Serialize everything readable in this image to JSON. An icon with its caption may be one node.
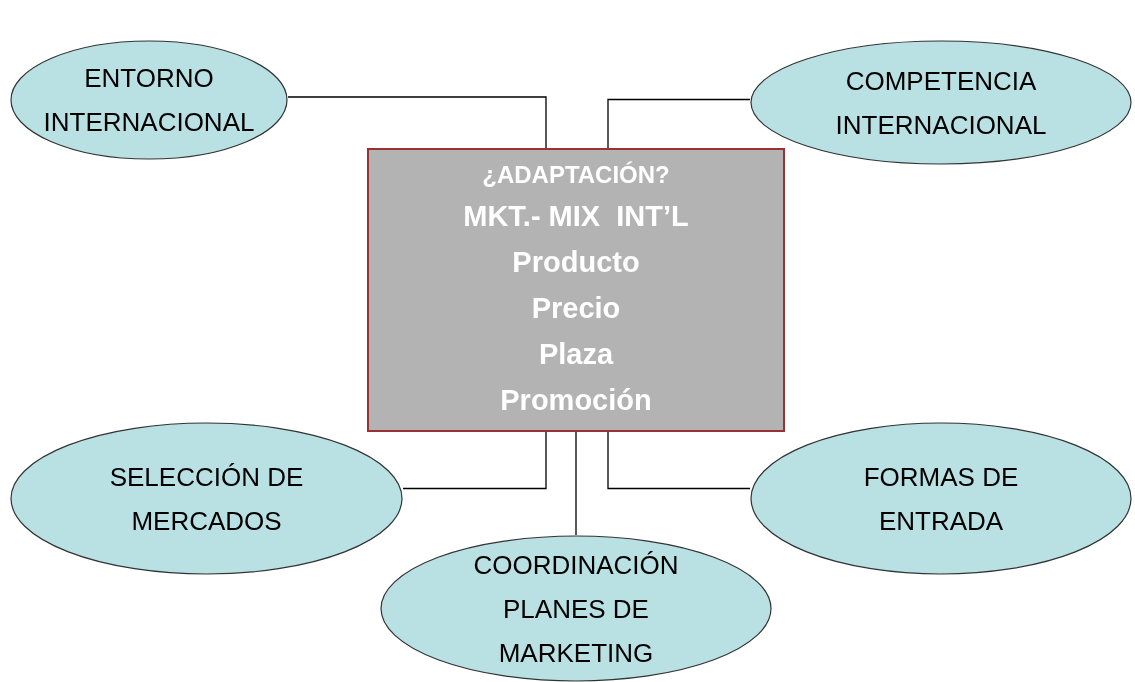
{
  "diagram": {
    "nodes": [
      {
        "text": [
          "ENTORNO INTERNACIONAL"
        ]
      },
      {
        "text": [
          "COMPETENCIA INTERNACIONAL"
        ]
      },
      {
        "text": [
          "¿ADAPTACIÓN?",
          "MKT.- MIX  INT’L",
          "Producto",
          "Precio",
          "Plaza",
          "Promoción"
        ]
      },
      {
        "text": [
          "SELECCIÓN DE MERCADOS"
        ]
      },
      {
        "text": [
          "FORMAS DE ENTRADA"
        ]
      },
      {
        "text": [
          "COORDINACIÓN PLANES DE MARKETING"
        ]
      }
    ],
    "edges": [
      {
        "from": 2,
        "to": 0,
        "arrow": "none"
      },
      {
        "from": 2,
        "to": 1,
        "arrow": "none"
      },
      {
        "from": 2,
        "to": 3,
        "arrow": "none"
      },
      {
        "from": 2,
        "to": 4,
        "arrow": "none"
      },
      {
        "from": 2,
        "to": 5,
        "arrow": "none"
      }
    ]
  }
}
